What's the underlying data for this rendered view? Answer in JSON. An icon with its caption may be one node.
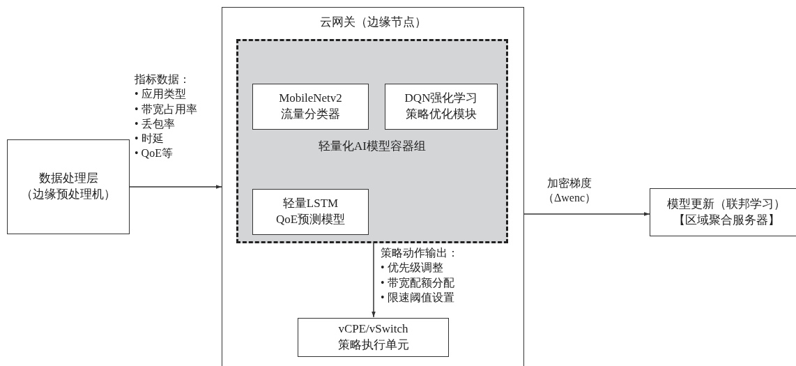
{
  "diagram": {
    "nodes": [
      {
        "text": [
          "数据处理层",
          "（边缘预处理机）"
        ]
      },
      {
        "text": [
          "云网关（边缘节点）"
        ]
      },
      {
        "text": [
          "轻量化AI模型容器组"
        ],
        "in": 1
      },
      {
        "text": [
          "MobileNetv2",
          "流量分类器"
        ],
        "in": 2
      },
      {
        "text": [
          "DQN强化学习",
          "策略优化模块"
        ],
        "in": 2
      },
      {
        "text": [
          "轻量LSTM",
          "QoE预测模型"
        ],
        "in": 2
      },
      {
        "text": [
          "vCPE/vSwitch",
          "策略执行单元"
        ],
        "in": 1
      },
      {
        "text": [
          "模型更新（联邦学习）",
          "【区域聚合服务器】"
        ]
      }
    ],
    "edges": [
      {
        "from": 0,
        "to": 1,
        "arrow": "to",
        "label": "指标数据： • 应用类型 • 带宽占用率 • 丢包率 • 时延 • QoE等"
      },
      {
        "from": 2,
        "to": 6,
        "arrow": "to",
        "label": "策略动作输出： • 优先级调整 • 带宽配额分配 • 限速阈值设置"
      },
      {
        "from": 1,
        "to": 7,
        "arrow": "to",
        "label": "加密梯度（Δwenc）"
      }
    ]
  }
}
